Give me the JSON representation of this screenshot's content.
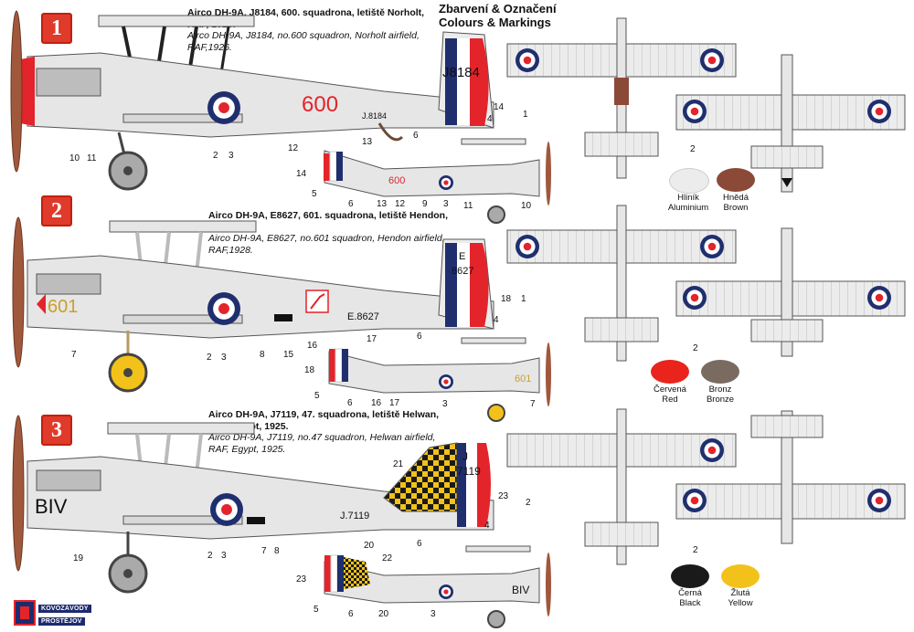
{
  "header": {
    "line1": "Zbarvení & Označení",
    "line2": "Colours & Markings"
  },
  "schemes": [
    {
      "number": "1",
      "cz": "Airco DH-9A, J8184, 600. squadrona, letiště Norholt, RAF, 1926.",
      "en": "Airco DH-9A, J8184, no.600 squadron, Norholt airfield, RAF,1926.",
      "fuselage_code": "600",
      "tail_serial": "J8184",
      "fuselage_serial": "J.8184",
      "callouts": [
        "1",
        "2",
        "3",
        "4",
        "5",
        "6",
        "9",
        "10",
        "11",
        "12",
        "13",
        "14"
      ]
    },
    {
      "number": "2",
      "cz": "Airco DH-9A, E8627, 601. squadrona, letiště Hendon, RAF, 1928.",
      "en": "Airco DH-9A, E8627, no.601 squadron, Hendon airfield, RAF,1928.",
      "fuselage_code": "601",
      "tail_serial_top": "E",
      "tail_serial": "8627",
      "fuselage_serial": "E.8627",
      "callouts": [
        "1",
        "2",
        "3",
        "4",
        "5",
        "6",
        "7",
        "8",
        "15",
        "16",
        "17",
        "18"
      ]
    },
    {
      "number": "3",
      "cz": "Airco DH-9A, J7119, 47. squadrona, letiště Helwan, RAF, Egypt, 1925.",
      "en": "Airco DH-9A, J7119, no.47 squadron, Helwan airfield, RAF, Egypt, 1925.",
      "fuselage_code": "BIV",
      "tail_serial_top": "J",
      "tail_serial": "7119",
      "fuselage_serial": "J.7119",
      "callouts": [
        "2",
        "3",
        "4",
        "5",
        "6",
        "7",
        "8",
        "19",
        "20",
        "21",
        "22",
        "23"
      ]
    }
  ],
  "colours": [
    {
      "cz": "Hliník",
      "en": "Aluminium",
      "hex": "#ececec"
    },
    {
      "cz": "Hnědá",
      "en": "Brown",
      "hex": "#8b4a38"
    },
    {
      "cz": "Červená",
      "en": "Red",
      "hex": "#e8241c"
    },
    {
      "cz": "Bronz",
      "en": "Bronze",
      "hex": "#7a6b60"
    },
    {
      "cz": "Černá",
      "en": "Black",
      "hex": "#1a1a1a"
    },
    {
      "cz": "Žlutá",
      "en": "Yellow",
      "hex": "#f2c21a"
    }
  ],
  "logo": {
    "line1": "KOVOZÁVODY",
    "line2": "PROSTĚJOV"
  },
  "roundel_colors": {
    "blue": "#1f2f6e",
    "white": "#ffffff",
    "red": "#e3242b"
  },
  "aircraft_color": "#e6e6e6",
  "prop_color": "#a0583c"
}
